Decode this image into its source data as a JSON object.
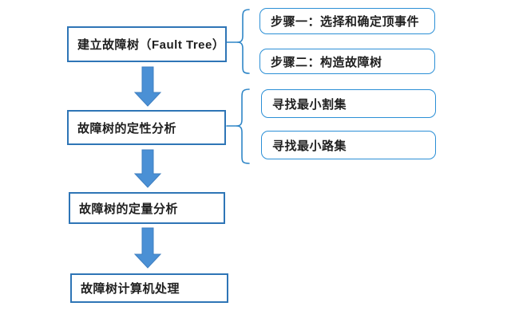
{
  "flowchart": {
    "main_steps": [
      {
        "label": "建立故障树（Fault Tree）"
      },
      {
        "label": "故障树的定性分析"
      },
      {
        "label": "故障树的定量分析"
      },
      {
        "label": "故障树计算机处理"
      }
    ],
    "sub_steps_group1": [
      {
        "label": "步骤一：选择和确定顶事件"
      },
      {
        "label": "步骤二：构造故障树"
      }
    ],
    "sub_steps_group2": [
      {
        "label": "寻找最小割集"
      },
      {
        "label": "寻找最小路集"
      }
    ],
    "colors": {
      "main_box_border": "#2e75b6",
      "sub_box_border": "#2b8fd6",
      "arrow_fill": "#4a90d5",
      "arrow_stroke": "#3f7fc1",
      "brace_stroke": "#2f86c7",
      "text": "#1f1f1f",
      "background": "#ffffff"
    }
  }
}
